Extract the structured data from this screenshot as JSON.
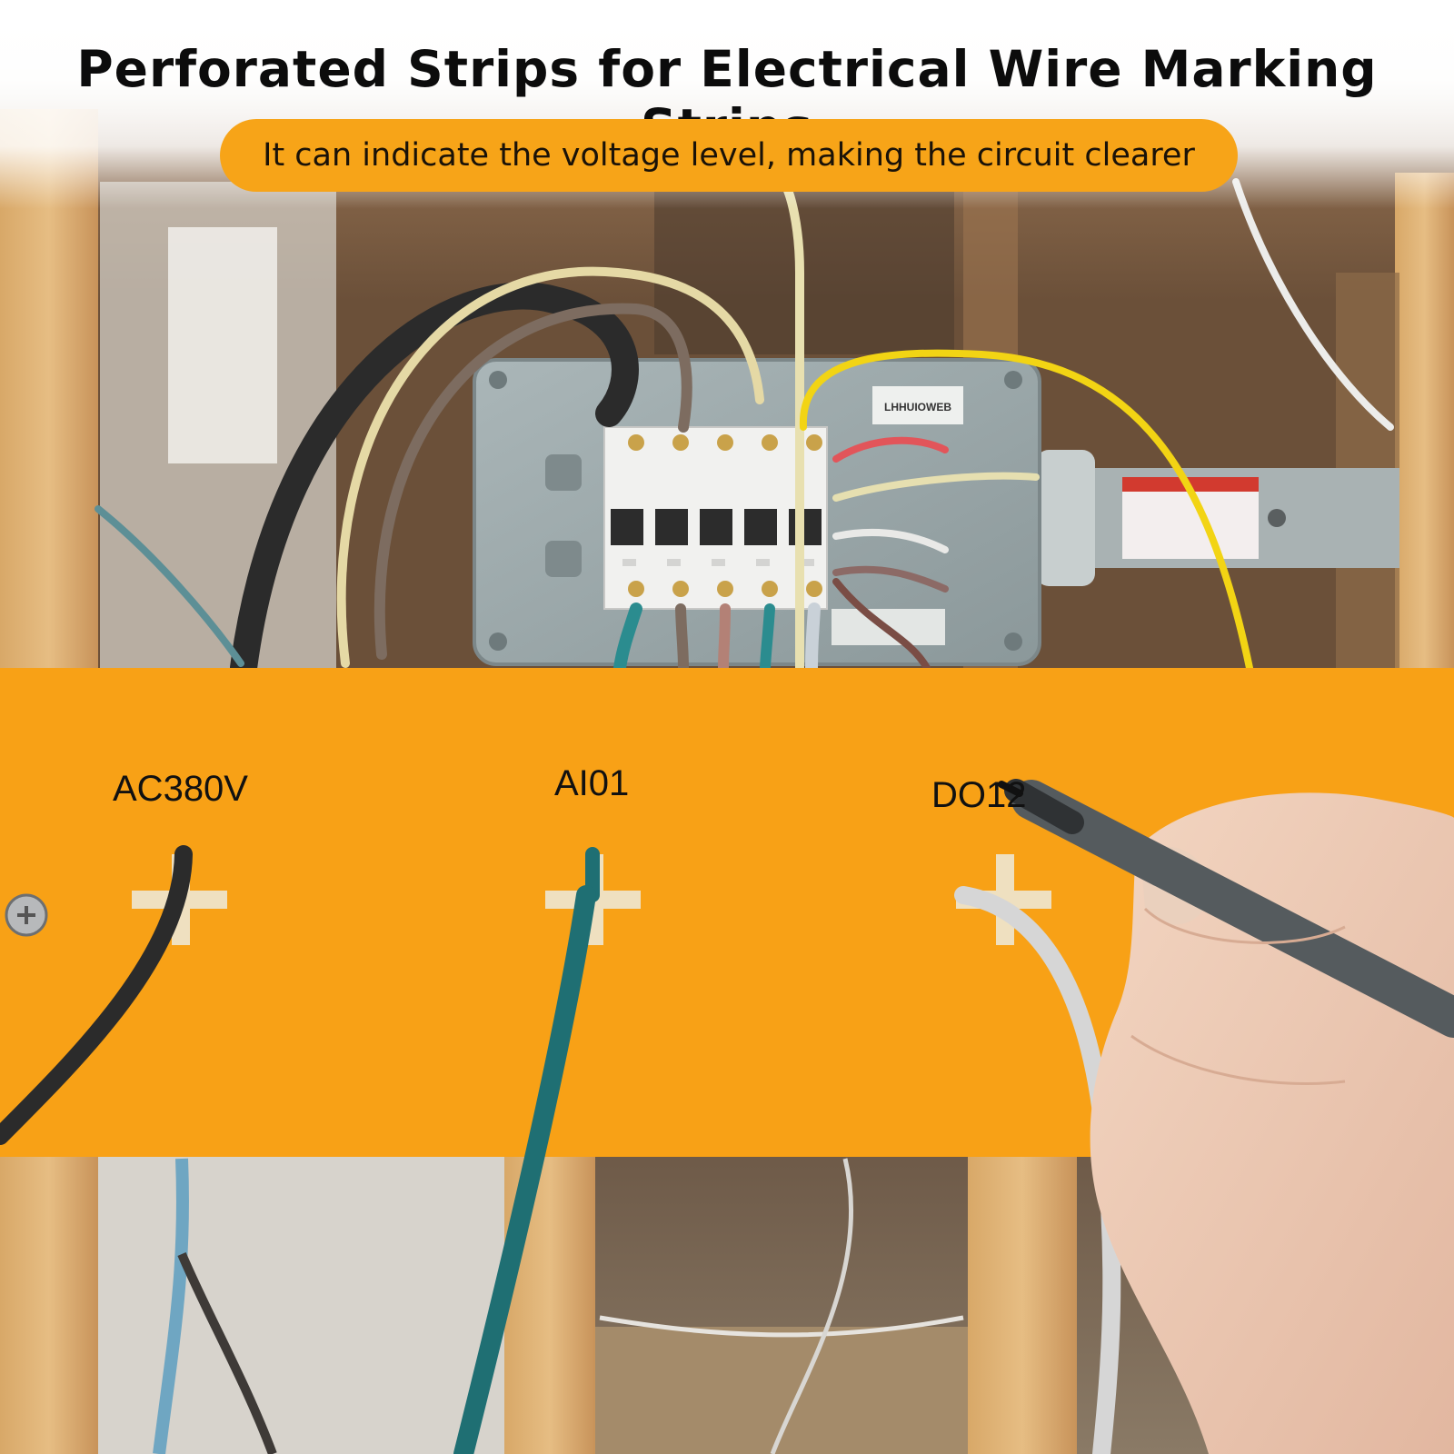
{
  "headline": "Perforated Strips for Electrical Wire Marking Strips",
  "tagline": "It can indicate the voltage level, making the circuit clearer",
  "strip_labels": [
    "AC380V",
    "AI01",
    "DO12"
  ],
  "box_sticker_text": "LHHUIOWEB",
  "colors": {
    "accent_orange": "#f7a418",
    "strip_orange": "#f8a116",
    "panel_gray": "#9aa7a9",
    "wire_black": "#2b2b2b",
    "wire_teal": "#1f6f73",
    "wire_white": "#dcdcdc",
    "wire_yellow": "#f2d414"
  }
}
